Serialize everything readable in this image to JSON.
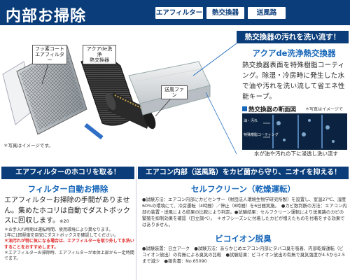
{
  "header": {
    "title": "内部お掃除",
    "tags": [
      "エアフィルター",
      "熱交換器",
      "送風路"
    ]
  },
  "illustration": {
    "callout_filter": "フッ素コート\nエアフィルター",
    "callout_exchanger": "アクアde洗浄\n熱交換器",
    "callout_fan": "送風ファン",
    "photo_note": "＊写真はイメージです。"
  },
  "heat_exchanger": {
    "heading": "熱交換器の汚れを洗い流す！",
    "subheading": "アクアde洗浄熱交換器",
    "body": "熱交換器表面を特殊樹脂コーティング。除湿・冷房時に発生した水で油や汚れを洗い流して省エネ性能キープ。",
    "section_label": "熱交換器の断面図",
    "section_note": "＊写真はイメージです。",
    "diagram_labels": [
      "油・汚れ",
      "特殊樹脂コーティング"
    ],
    "caption": "水が油や汚れの下に浸透し洗い流す"
  },
  "filter_panel": {
    "heading": "エアフィルターのホコリを取る！",
    "subheading": "フィルター自動お掃除",
    "body": "エアフィルターお掃除の手間がありません。集めたホコリは自動でダストボックスに回収します。",
    "body_suffix": "※20",
    "note1": "＊お手入れ時期は運転時間、使用環境により異なります。",
    "note2": "1年に1回程度を目安にダストボックスを確認してください。",
    "note_red": "＊油汚れが特に気になる場合は、エアフィルターを取り外して水洗いすることをおすすめします。",
    "note3": "＊エアフィルターお掃除時、エアフィルターが本体上部から一定時間でます。"
  },
  "mold_panel": {
    "heading": "エアコン内部（送風路）をカビ菌から守り、ニオイを抑える！",
    "subheading1": "セルフクリーン（乾燥運転）",
    "text1": "●試験方法：エアコン内部にカビセンサー（財団法人環境生物学研究所製）を設置し、室温27℃、湿度60%の環境にて、冷房運転（4時間）／停止（8時間）を6日間実施。　●カビ数判断の方法：エアコン内部の装置・送風による結果の比較により判定。●試験結果：セルフクリーン運転により送風路のカビの繁殖を抑制効果を確認（日立調べ）。　＊オフシーズンに付着したカビが増えたものを付着をする効果ではありません。",
    "subheading2": "ビコイオン脱臭",
    "text2": "●試験装置：日立アーク　●試験方法：あらかじめエアコン内部にタバコ臭を吸着、内部乾燥運転（ビコイオン放出）の有無による臭気の比較　●試験結果：ビコイオン放出の有無で臭気強度が4.5から2.5まで減少　●報告書：No.65090"
  }
}
